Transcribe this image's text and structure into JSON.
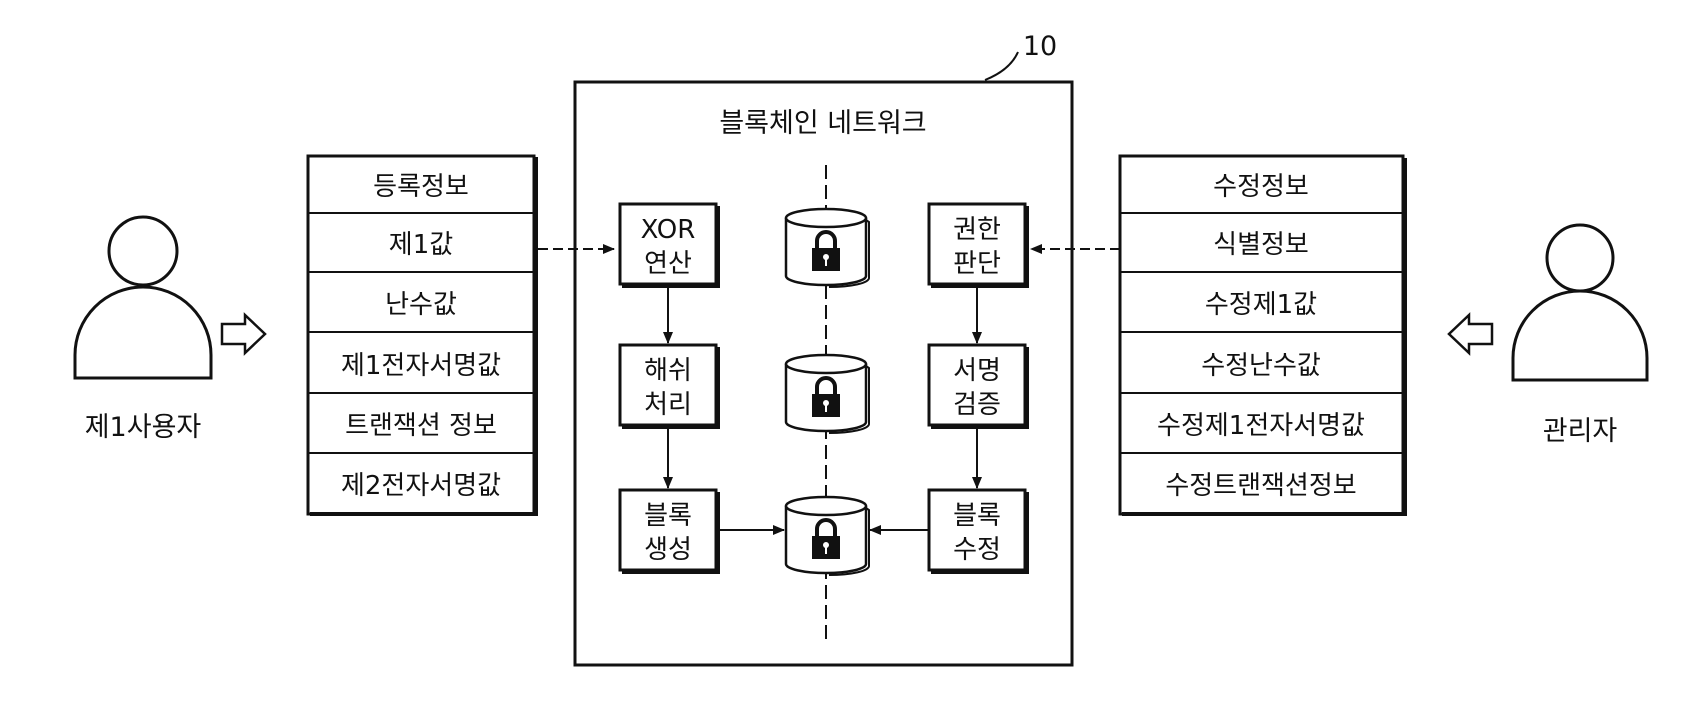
{
  "network": {
    "ref": "10",
    "title": "블록체인 네트워크",
    "left_process": [
      {
        "line1": "XOR",
        "line2": "연산"
      },
      {
        "line1": "해쉬",
        "line2": "처리"
      },
      {
        "line1": "블록",
        "line2": "생성"
      }
    ],
    "right_process": [
      {
        "line1": "권한",
        "line2": "판단"
      },
      {
        "line1": "서명",
        "line2": "검증"
      },
      {
        "line1": "블록",
        "line2": "수정"
      }
    ],
    "ledger_icons": [
      "locked-database-icon",
      "locked-database-icon",
      "locked-database-icon"
    ]
  },
  "registration_panel": {
    "rows": [
      "등록정보",
      "제1값",
      "난수값",
      "제1전자서명값",
      "트랜잭션 정보",
      "제2전자서명값"
    ]
  },
  "modification_panel": {
    "rows": [
      "수정정보",
      "식별정보",
      "수정제1값",
      "수정난수값",
      "수정제1전자서명값",
      "수정트랜잭션정보"
    ]
  },
  "actors": {
    "left_label": "제1사용자",
    "left_icon": "person-icon",
    "right_label": "관리자",
    "right_icon": "person-icon",
    "arrow_icon": "hollow-arrow-icon"
  }
}
